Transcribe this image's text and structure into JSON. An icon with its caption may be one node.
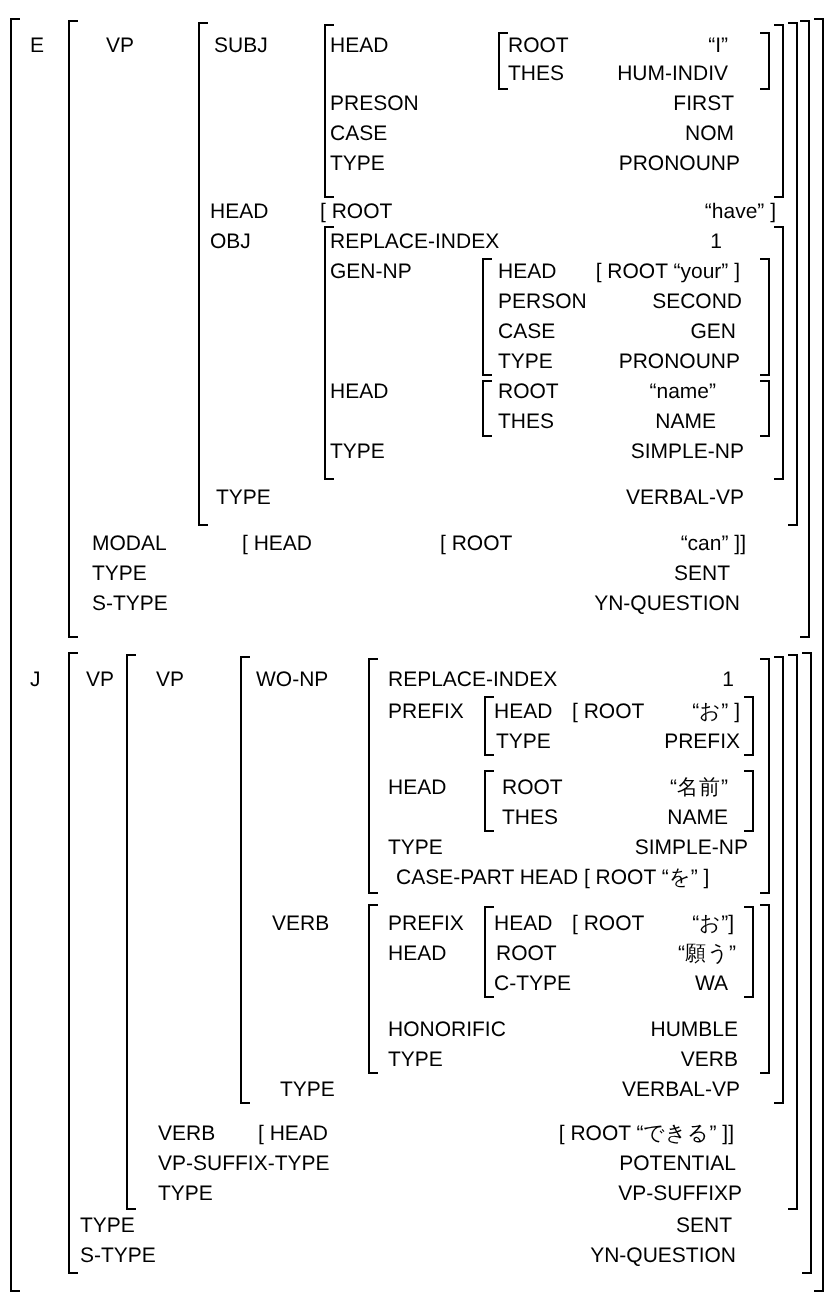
{
  "diagram": {
    "nodes": [
      {
        "text": [
          "E",
          "J"
        ]
      },
      {
        "text": [
          "VP",
          "MODAL",
          "[ HEAD",
          "[ ROOT",
          "“can” ]]",
          "TYPE",
          "SENT",
          "S-TYPE",
          "YN-QUESTION"
        ],
        "in": 0
      },
      {
        "text": [
          "SUBJ",
          "HEAD",
          "[ ROOT",
          "“have” ]",
          "OBJ",
          "TYPE",
          "VERBAL-VP"
        ],
        "in": 1
      },
      {
        "text": [
          "HEAD",
          "PRESON",
          "FIRST",
          "CASE",
          "NOM",
          "TYPE",
          "PRONOUNP"
        ],
        "in": 2
      },
      {
        "text": [
          "ROOT",
          "“I”",
          "THES",
          "HUM-INDIV"
        ],
        "in": 3
      },
      {
        "text": [
          "REPLACE-INDEX",
          "1",
          "GEN-NP",
          "HEAD",
          "TYPE",
          "SIMPLE-NP"
        ],
        "in": 2
      },
      {
        "text": [
          "HEAD",
          "[ ROOT “your” ]",
          "PERSON",
          "SECOND",
          "CASE",
          "GEN",
          "TYPE",
          "PRONOUNP"
        ],
        "in": 5
      },
      {
        "text": [
          "ROOT",
          "“name”",
          "THES",
          "NAME"
        ],
        "in": 5
      },
      {
        "text": [
          "VP",
          "TYPE",
          "SENT",
          "S-TYPE",
          "YN-QUESTION"
        ],
        "in": 0
      },
      {
        "text": [
          "VP",
          "VERB",
          "[ HEAD",
          "[ ROOT “できる” ]]",
          "VP-SUFFIX-TYPE",
          "POTENTIAL",
          "TYPE",
          "VP-SUFFIXP"
        ],
        "in": 8
      },
      {
        "text": [
          "WO-NP",
          "VERB",
          "TYPE",
          "VERBAL-VP"
        ],
        "in": 9
      },
      {
        "text": [
          "REPLACE-INDEX",
          "1",
          "PREFIX",
          "HEAD",
          "TYPE",
          "SIMPLE-NP",
          "CASE-PART HEAD [ ROOT “を” ]"
        ],
        "in": 10
      },
      {
        "text": [
          "HEAD",
          "[ ROOT",
          "“お” ]",
          "TYPE",
          "PREFIX"
        ],
        "in": 11
      },
      {
        "text": [
          "ROOT",
          "“名前”",
          "THES",
          "NAME"
        ],
        "in": 11
      },
      {
        "text": [
          "PREFIX",
          "HEAD",
          "HONORIFIC",
          "HUMBLE",
          "TYPE",
          "VERB"
        ],
        "in": 10
      },
      {
        "text": [
          "HEAD",
          "[ ROOT",
          "“お”]",
          "ROOT",
          "“願う”",
          "C-TYPE",
          "WA"
        ],
        "in": 14
      }
    ]
  }
}
